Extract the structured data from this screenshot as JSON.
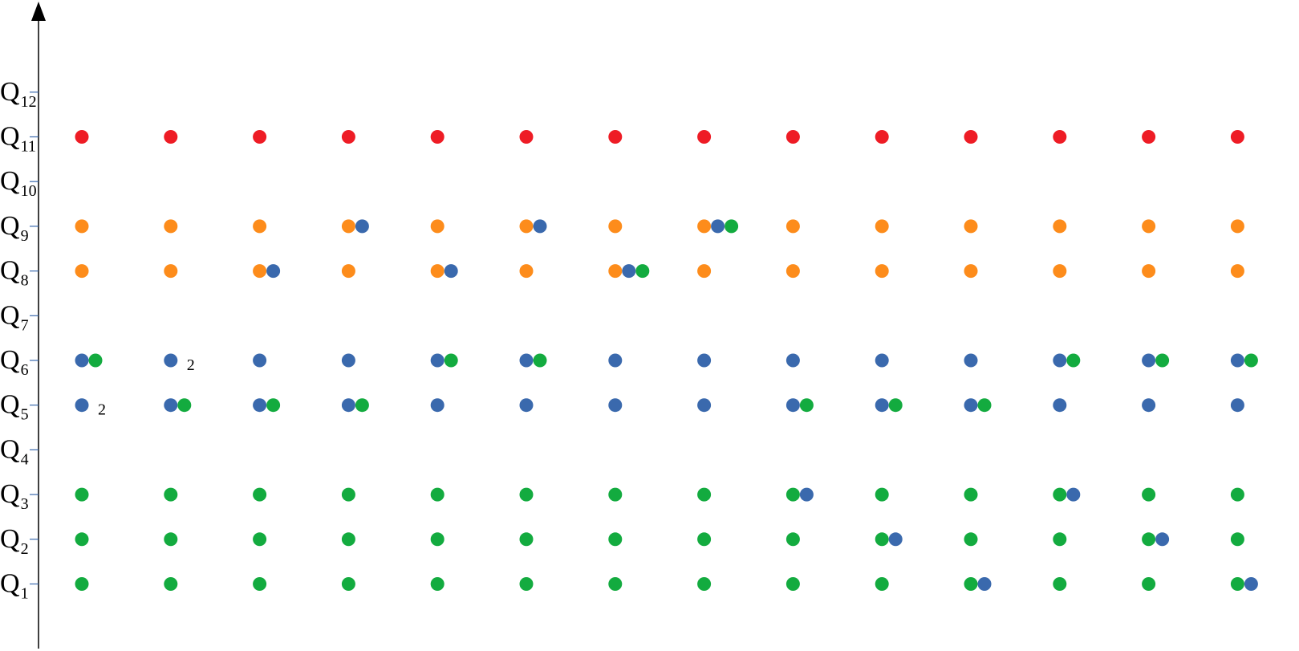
{
  "axis": {
    "levels": [
      {
        "level": 1,
        "main": "Q",
        "sub": "1"
      },
      {
        "level": 2,
        "main": "Q",
        "sub": "2"
      },
      {
        "level": 3,
        "main": "Q",
        "sub": "3"
      },
      {
        "level": 4,
        "main": "Q",
        "sub": "4"
      },
      {
        "level": 5,
        "main": "Q",
        "sub": "5"
      },
      {
        "level": 6,
        "main": "Q",
        "sub": "6"
      },
      {
        "level": 7,
        "main": "Q",
        "sub": "7"
      },
      {
        "level": 8,
        "main": "Q",
        "sub": "8"
      },
      {
        "level": 9,
        "main": "Q",
        "sub": "9"
      },
      {
        "level": 10,
        "main": "Q",
        "sub": "10"
      },
      {
        "level": 11,
        "main": "Q",
        "sub": "11"
      },
      {
        "level": 12,
        "main": "Q",
        "sub": "12"
      }
    ]
  },
  "colors": {
    "red": "#ee1c25",
    "orange": "#fd8c1b",
    "blue": "#3a69ad",
    "green": "#13ab3f",
    "axis": "#000000",
    "tick": "#3a69ad"
  },
  "column_count": 14,
  "diagram": {
    "rows": [
      {
        "level": 11,
        "cells": [
          [
            "red"
          ],
          [
            "red"
          ],
          [
            "red"
          ],
          [
            "red"
          ],
          [
            "red"
          ],
          [
            "red"
          ],
          [
            "red"
          ],
          [
            "red"
          ],
          [
            "red"
          ],
          [
            "red"
          ],
          [
            "red"
          ],
          [
            "red"
          ],
          [
            "red"
          ],
          [
            "red"
          ]
        ]
      },
      {
        "level": 9,
        "cells": [
          [
            "orange"
          ],
          [
            "orange"
          ],
          [
            "orange"
          ],
          [
            "orange",
            "blue"
          ],
          [
            "orange"
          ],
          [
            "orange",
            "blue"
          ],
          [
            "orange"
          ],
          [
            "orange",
            "blue",
            "green"
          ],
          [
            "orange"
          ],
          [
            "orange"
          ],
          [
            "orange"
          ],
          [
            "orange"
          ],
          [
            "orange"
          ],
          [
            "orange"
          ]
        ]
      },
      {
        "level": 8,
        "cells": [
          [
            "orange"
          ],
          [
            "orange"
          ],
          [
            "orange",
            "blue"
          ],
          [
            "orange"
          ],
          [
            "orange",
            "blue"
          ],
          [
            "orange"
          ],
          [
            "orange",
            "blue",
            "green"
          ],
          [
            "orange"
          ],
          [
            "orange"
          ],
          [
            "orange"
          ],
          [
            "orange"
          ],
          [
            "orange"
          ],
          [
            "orange"
          ],
          [
            "orange"
          ]
        ]
      },
      {
        "level": 6,
        "cells": [
          [
            "blue",
            "green"
          ],
          [
            "blue"
          ],
          [
            "blue"
          ],
          [
            "blue"
          ],
          [
            "blue",
            "green"
          ],
          [
            "blue",
            "green"
          ],
          [
            "blue"
          ],
          [
            "blue"
          ],
          [
            "blue"
          ],
          [
            "blue"
          ],
          [
            "blue"
          ],
          [
            "blue",
            "green"
          ],
          [
            "blue",
            "green"
          ],
          [
            "blue",
            "green"
          ]
        ]
      },
      {
        "level": 5,
        "cells": [
          [
            "blue"
          ],
          [
            "blue",
            "green"
          ],
          [
            "blue",
            "green"
          ],
          [
            "blue",
            "green"
          ],
          [
            "blue"
          ],
          [
            "blue"
          ],
          [
            "blue"
          ],
          [
            "blue"
          ],
          [
            "blue",
            "green"
          ],
          [
            "blue",
            "green"
          ],
          [
            "blue",
            "green"
          ],
          [
            "blue"
          ],
          [
            "blue"
          ],
          [
            "blue"
          ]
        ]
      },
      {
        "level": 3,
        "cells": [
          [
            "green"
          ],
          [
            "green"
          ],
          [
            "green"
          ],
          [
            "green"
          ],
          [
            "green"
          ],
          [
            "green"
          ],
          [
            "green"
          ],
          [
            "green"
          ],
          [
            "green",
            "blue"
          ],
          [
            "green"
          ],
          [
            "green"
          ],
          [
            "green",
            "blue"
          ],
          [
            "green"
          ],
          [
            "green"
          ]
        ]
      },
      {
        "level": 2,
        "cells": [
          [
            "green"
          ],
          [
            "green"
          ],
          [
            "green"
          ],
          [
            "green"
          ],
          [
            "green"
          ],
          [
            "green"
          ],
          [
            "green"
          ],
          [
            "green"
          ],
          [
            "green"
          ],
          [
            "green",
            "blue"
          ],
          [
            "green"
          ],
          [
            "green"
          ],
          [
            "green",
            "blue"
          ],
          [
            "green"
          ]
        ]
      },
      {
        "level": 1,
        "cells": [
          [
            "green"
          ],
          [
            "green"
          ],
          [
            "green"
          ],
          [
            "green"
          ],
          [
            "green"
          ],
          [
            "green"
          ],
          [
            "green"
          ],
          [
            "green"
          ],
          [
            "green"
          ],
          [
            "green"
          ],
          [
            "green",
            "blue"
          ],
          [
            "green"
          ],
          [
            "green"
          ],
          [
            "green",
            "blue"
          ]
        ]
      }
    ],
    "annotations": [
      {
        "level": 6,
        "column": 1,
        "text": "2"
      },
      {
        "level": 5,
        "column": 0,
        "text": "2"
      }
    ]
  }
}
